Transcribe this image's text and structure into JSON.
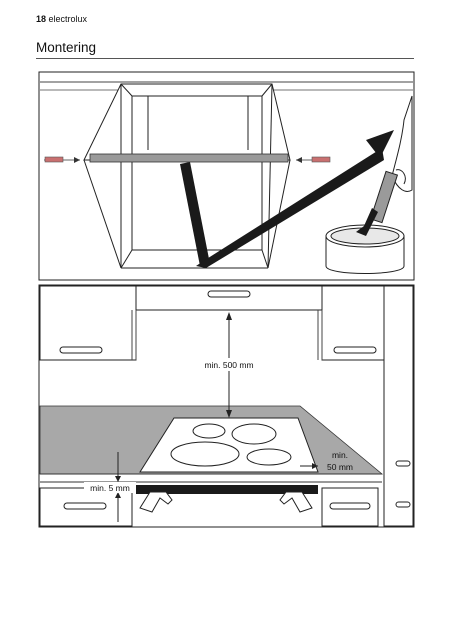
{
  "header": {
    "page_number": "18",
    "brand": "electrolux"
  },
  "section": {
    "title": "Montering"
  },
  "figure2": {
    "label_top": "min. 500 mm",
    "label_side_1": "min.",
    "label_side_2": "50 mm",
    "label_bottom": "min. 5 mm"
  }
}
